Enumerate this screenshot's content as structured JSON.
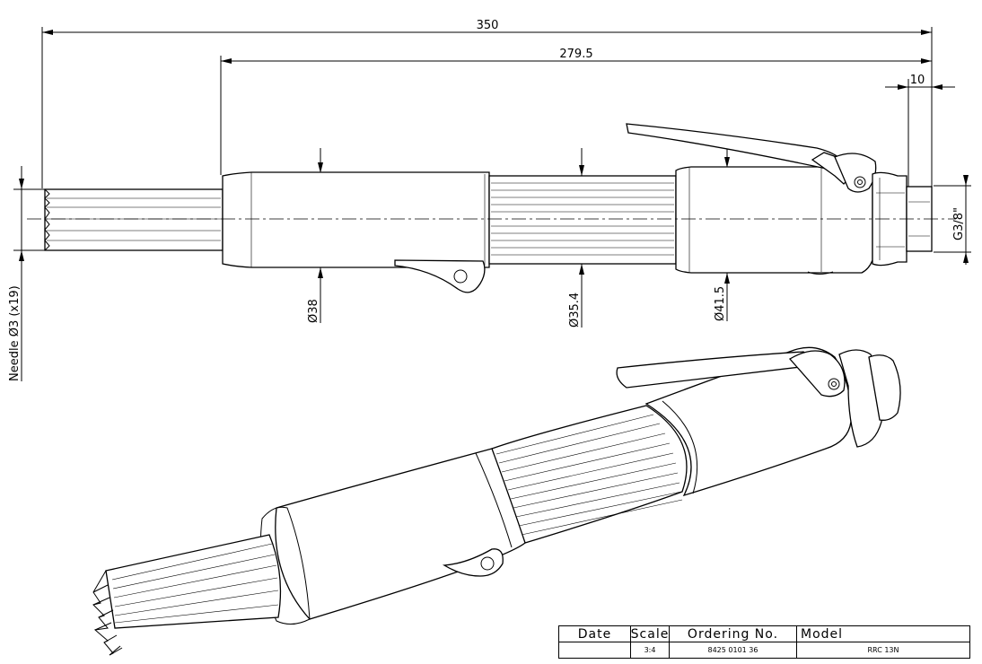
{
  "dimensions": {
    "overall_length": "350",
    "body_length": "279.5",
    "inlet_length": "10",
    "needle_spec": "Needle Ø3 (x19)",
    "dia_front": "Ø38",
    "dia_mid": "Ø35.4",
    "dia_rear": "Ø41.5",
    "inlet_thread": "G3/8\""
  },
  "title_block": {
    "headers": {
      "date": "Date",
      "scale": "Scale",
      "ordering": "Ordering No.",
      "model": "Model"
    },
    "values": {
      "date": "",
      "scale": "3:4",
      "ordering": "8425 0101 36",
      "model": "RRC 13N"
    }
  }
}
